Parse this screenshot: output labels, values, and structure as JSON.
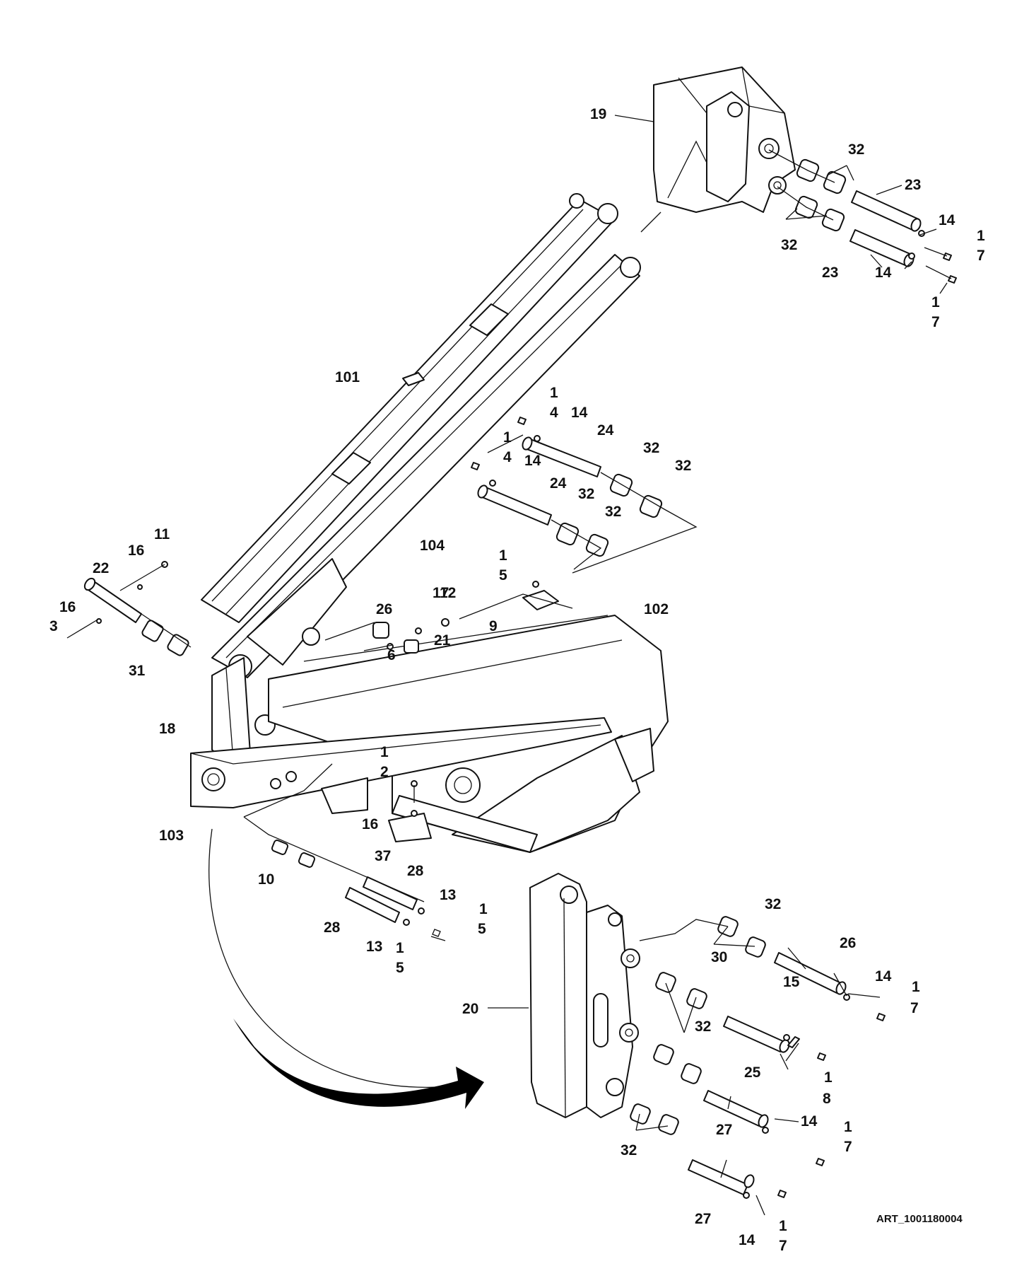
{
  "diagram": {
    "art_id": "ART_1001180004",
    "callouts": {
      "c19": "19",
      "c32a": "32",
      "c23a": "23",
      "c14a": "14",
      "c1a": "1",
      "c7a": "7",
      "c32b": "32",
      "c23b": "23",
      "c14b": "14",
      "c1b": "1",
      "c7b": "7",
      "c101": "101",
      "c104": "104",
      "c102": "102",
      "c103": "103",
      "c18": "18",
      "c37": "37",
      "c1c": "1",
      "c4a": "4",
      "c14c": "14",
      "c24a": "24",
      "c32c": "32",
      "c32d": "32",
      "c1d": "1",
      "c4b": "4",
      "c14d": "14",
      "c24b": "24",
      "c32e": "32",
      "c32f": "32",
      "c1e": "1",
      "c5a": "5",
      "c9": "9",
      "c26a": "26",
      "c17": "17",
      "c12": "12",
      "c21": "21",
      "c6": "6",
      "c11": "11",
      "c16a": "16",
      "c22": "22",
      "c16b": "16",
      "c3": "3",
      "c31": "31",
      "c1f": "1",
      "c2": "2",
      "c16c": "16",
      "c10": "10",
      "c28a": "28",
      "c13a": "13",
      "c1g": "1",
      "c5b": "5",
      "c28b": "28",
      "c13b": "13",
      "c1h": "1",
      "c5c": "5",
      "c20": "20",
      "c32g": "32",
      "c26b": "26",
      "c14e": "14",
      "c1i": "1",
      "c7c": "7",
      "c30": "30",
      "c15": "15",
      "c32h": "32",
      "c25": "25",
      "c1j": "1",
      "c8": "8",
      "c14f": "14",
      "c27a": "27",
      "c1k": "1",
      "c7d": "7",
      "c32i": "32",
      "c27b": "27",
      "c14g": "14",
      "c1l": "1",
      "c7e": "7"
    }
  }
}
